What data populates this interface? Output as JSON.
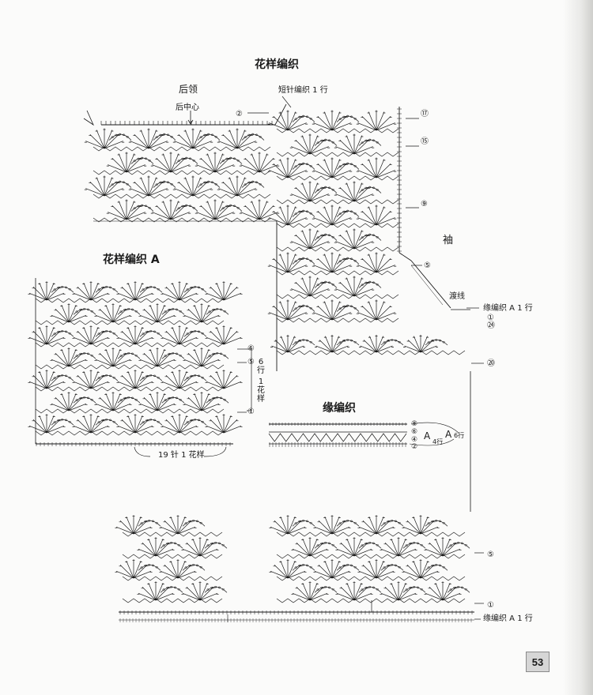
{
  "titles": {
    "main": "花样编织",
    "pattern_a": "花样编织 A",
    "edging": "缘编织"
  },
  "labels": {
    "back_neck": "后领",
    "back_center": "后中心",
    "short_row": "短针编织 1 行",
    "sleeve": "袖",
    "crossing_line": "渡线",
    "edging_a_row_top": "缘编织 A 1 行",
    "edging_a_row_bottom": "缘编织 A 1 行",
    "repeat_stitches": "19 针 1 花样",
    "row_repeat": [
      "6",
      "行",
      "1",
      "花",
      "样"
    ],
    "edge_a1": "A",
    "edge_a2": "A",
    "edge_rows1": "4行",
    "edge_rows2": "6行"
  },
  "row_markers": {
    "top_right": [
      "⑰",
      "⑮",
      "⑨",
      "⑤"
    ],
    "sleeve_edge": [
      "①",
      "㉔"
    ],
    "mid_right": "⑳",
    "pattern_a": [
      "⑥",
      "⑤",
      "①"
    ],
    "edging": [
      "⑧",
      "⑥",
      "④",
      "②"
    ],
    "bottom_right": [
      "⑤",
      "①"
    ],
    "neck": "②"
  },
  "page_number": "53",
  "colors": {
    "ink": "#1a1a1a",
    "paper": "#fbfbfa",
    "page_box": "#d6d6d6"
  }
}
